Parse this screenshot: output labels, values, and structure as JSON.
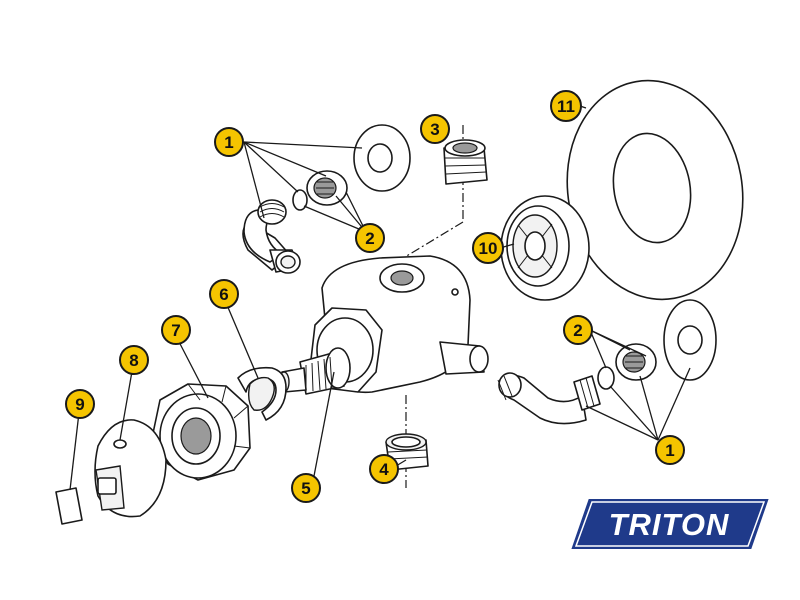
{
  "brand": {
    "logo_text": "TRITON",
    "logo_color": "#1f3a8a"
  },
  "callouts": {
    "c1a": "1",
    "c1b": "1",
    "c2a": "2",
    "c2b": "2",
    "c3": "3",
    "c4": "4",
    "c5": "5",
    "c6": "6",
    "c7": "7",
    "c8": "8",
    "c9": "9",
    "c10": "10",
    "c11": "11"
  },
  "colors": {
    "callout_fill": "#f5c400",
    "outline": "#1a1a1a"
  }
}
